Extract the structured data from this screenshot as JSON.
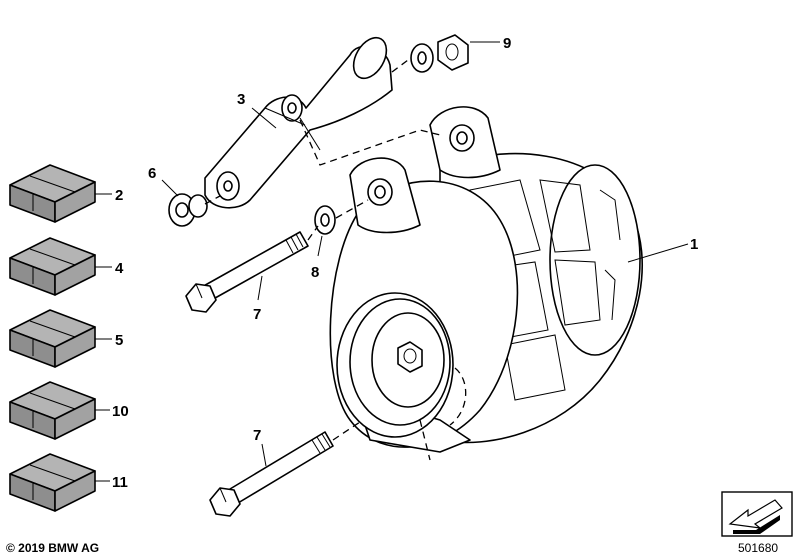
{
  "callouts": {
    "c1": "1",
    "c2": "2",
    "c3": "3",
    "c4": "4",
    "c5": "5",
    "c6": "6",
    "c7a": "7",
    "c7b": "7",
    "c8": "8",
    "c9": "9",
    "c10": "10",
    "c11": "11"
  },
  "footer": {
    "copyright": "© 2019 BMW AG",
    "doc_number": "501680"
  },
  "colors": {
    "box_fill": "#9a9a9a",
    "box_top": "#b4b4b4",
    "line": "#000000"
  }
}
